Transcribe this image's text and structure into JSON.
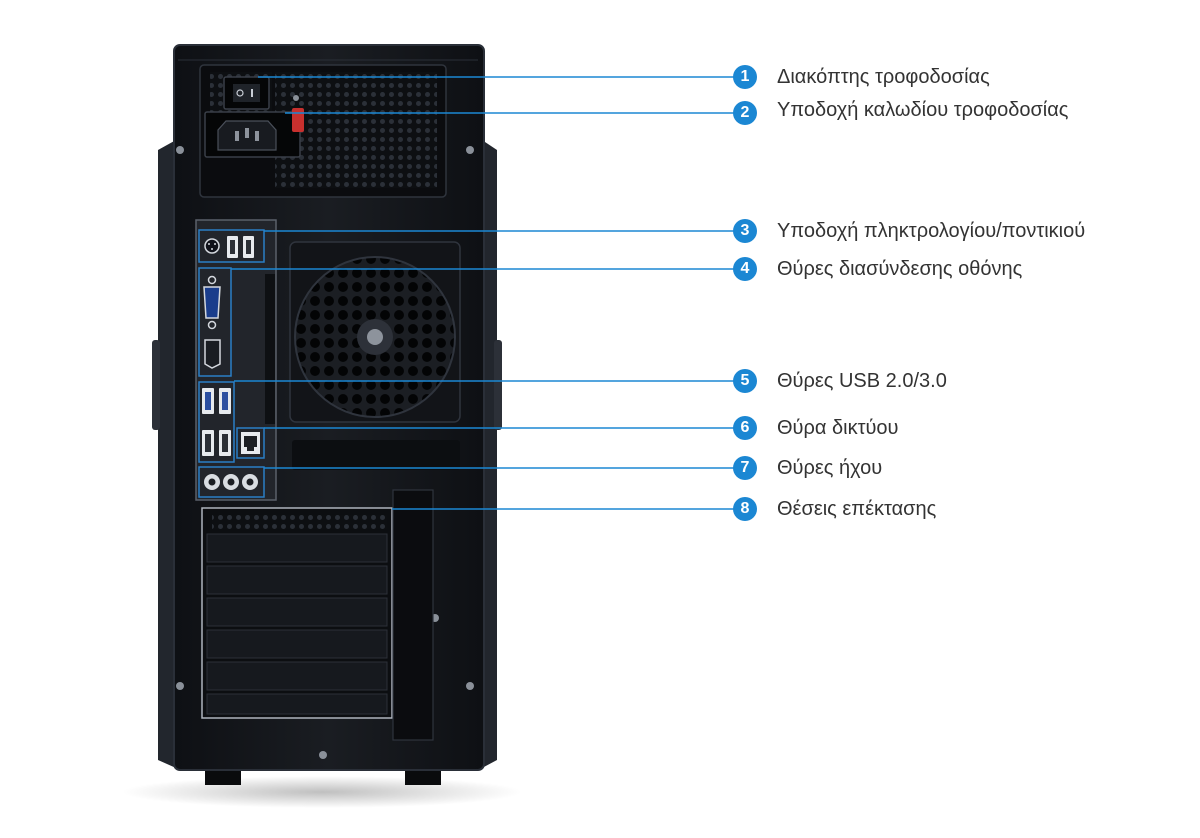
{
  "colors": {
    "accent": "#1b87d3",
    "case_body": "#15181d",
    "case_edge": "#2a2f38",
    "label_text": "#333333"
  },
  "icons": [
    "power-switch-icon",
    "power-socket-icon",
    "ps2-port-icon",
    "usb-port-icon",
    "vga-port-icon",
    "hdmi-port-icon",
    "ethernet-port-icon",
    "audio-jack-icon",
    "fan-grille-icon",
    "expansion-slot-icon"
  ],
  "callouts": [
    {
      "number": "1",
      "label": "Διακόπτης τροφοδοσίας"
    },
    {
      "number": "2",
      "label": "Υποδοχή καλωδίου τροφοδοσίας"
    },
    {
      "number": "3",
      "label": "Υποδοχή πληκτρολογίου/ποντικιού"
    },
    {
      "number": "4",
      "label": "Θύρες διασύνδεσης οθόνης"
    },
    {
      "number": "5",
      "label": "Θύρες USB 2.0/3.0"
    },
    {
      "number": "6",
      "label": "Θύρα δικτύου"
    },
    {
      "number": "7",
      "label": "Θύρες ήχου"
    },
    {
      "number": "8",
      "label": "Θέσεις επέκτασης"
    }
  ]
}
